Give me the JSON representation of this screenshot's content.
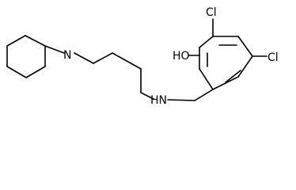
{
  "diagram": {
    "type": "chemical-structure",
    "atoms": {
      "piperidine_n": "N",
      "amine_nh": "HN",
      "hydroxyl": "HO",
      "chloro_top": "Cl",
      "chloro_right": "Cl"
    },
    "colors": {
      "bond": "#000000",
      "text": "#000000",
      "background": "#ffffff"
    }
  }
}
